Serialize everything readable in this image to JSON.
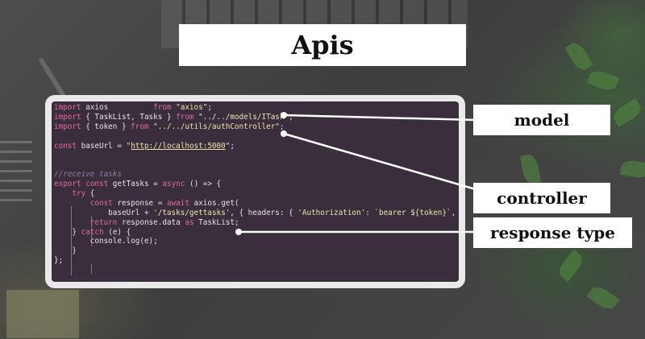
{
  "title": "Apis",
  "code_lines": [
    "import axios          from \"axios\";",
    "import { TaskList, Tasks } from \"../../models/ITask\";",
    "import { token } from \"../../utils/authController\";",
    "",
    "const baseUrl = \"http://localhost:5000\";",
    "",
    "",
    "//receive tasks",
    "export const getTasks = async () => {",
    "    try {",
    "        const response = await axios.get(",
    "            baseUrl + '/tasks/gettasks', { headers: { 'Authorization': `bearer ${token}`, } });",
    "        return response.data as TaskList;",
    "    } catch (e) {",
    "        console.log(e);",
    "    }",
    "};"
  ],
  "labels": {
    "model": "model",
    "controller": "controller",
    "response_type": "response type"
  },
  "colors": {
    "code_background": "#3b2e3c",
    "keyword": "#e06aa0",
    "string": "#ece3b0",
    "label_background": "#ffffff"
  }
}
